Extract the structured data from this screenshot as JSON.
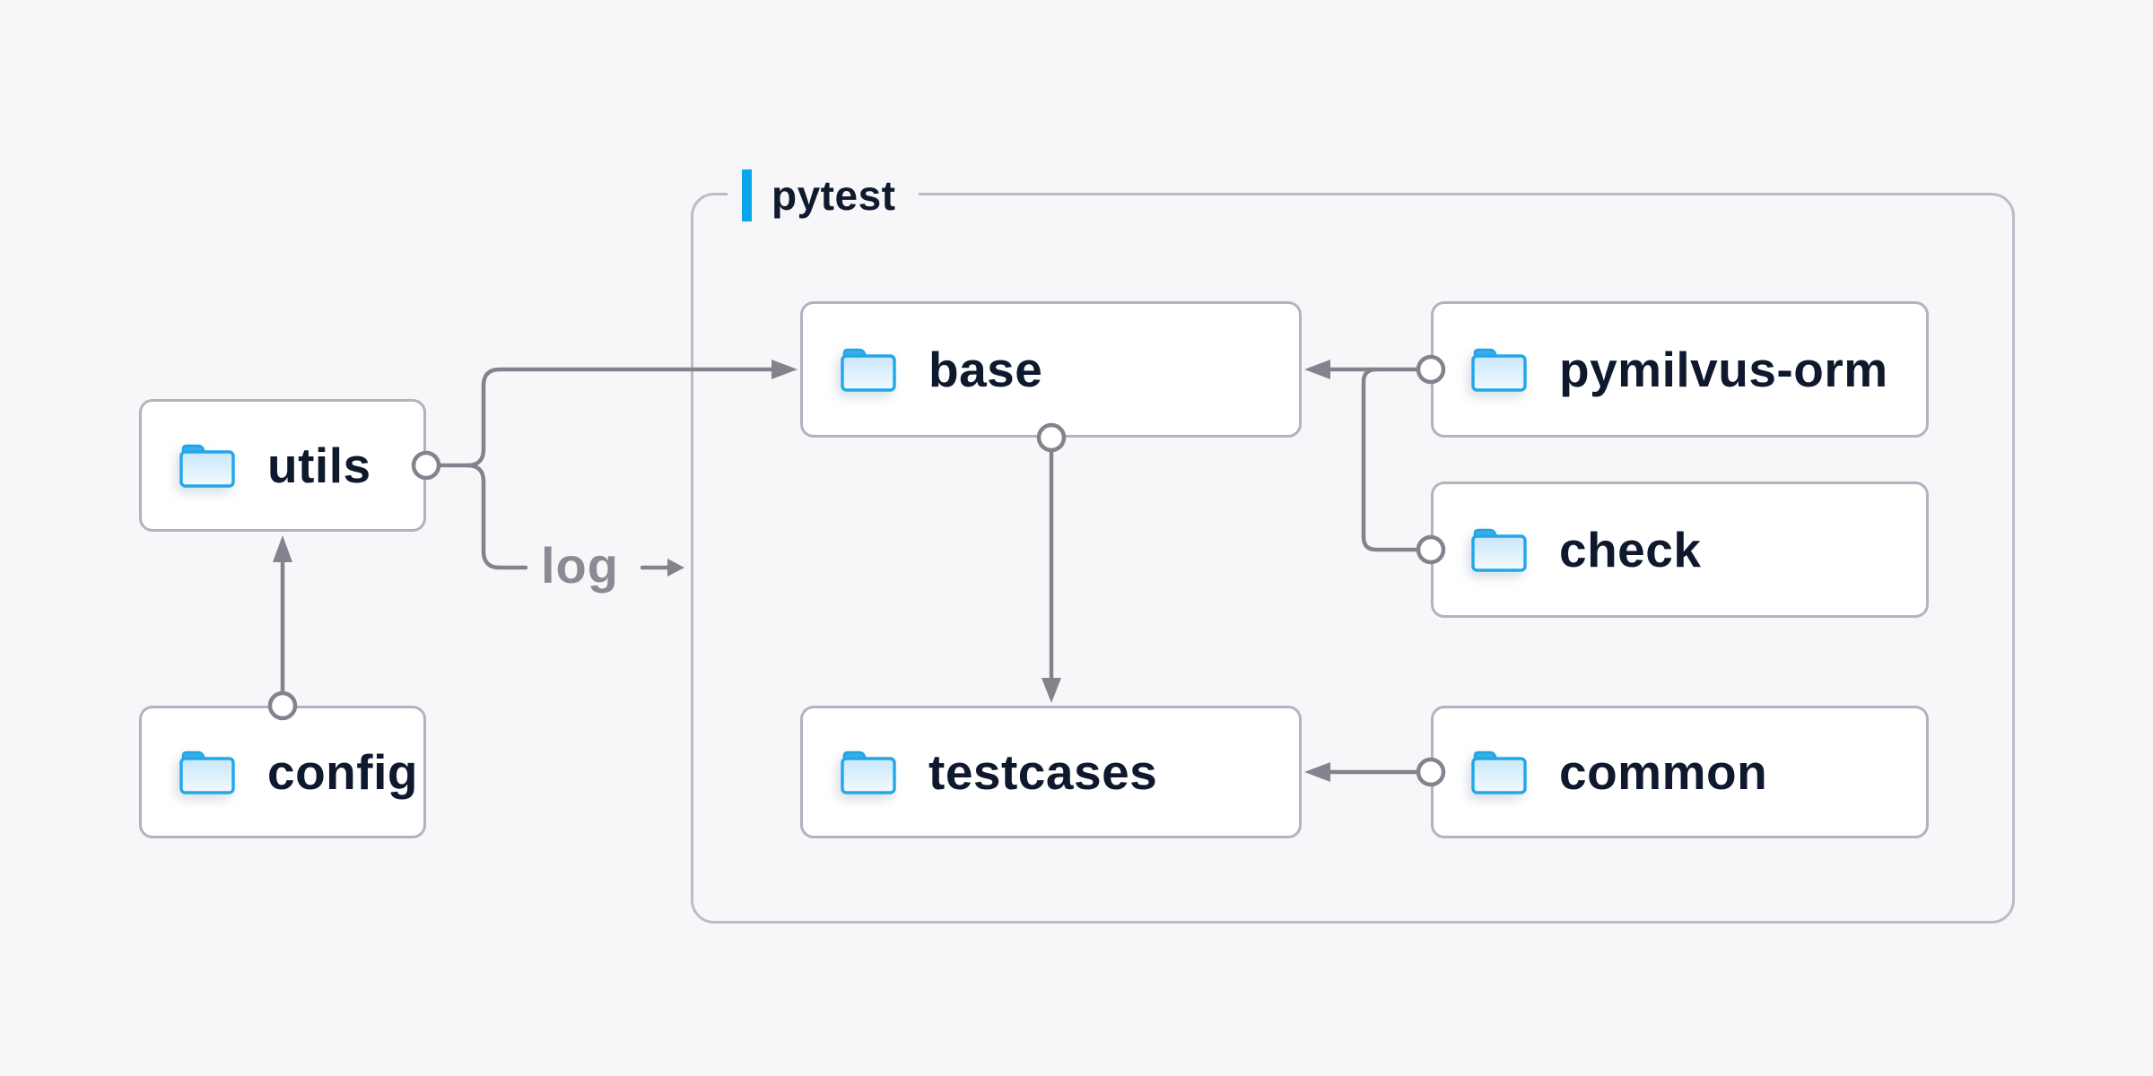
{
  "group": {
    "label": "pytest"
  },
  "nodes": {
    "utils": {
      "label": "utils"
    },
    "config": {
      "label": "config"
    },
    "base": {
      "label": "base"
    },
    "pymilvus": {
      "label": "pymilvus-orm"
    },
    "check": {
      "label": "check"
    },
    "testcases": {
      "label": "testcases"
    },
    "common": {
      "label": "common"
    }
  },
  "edges": [
    {
      "from": "config",
      "to": "utils",
      "label": ""
    },
    {
      "from": "utils",
      "to": "base",
      "label": ""
    },
    {
      "from": "utils",
      "to": "pytest",
      "label": "log"
    },
    {
      "from": "base",
      "to": "testcases",
      "label": ""
    },
    {
      "from": "pymilvus-orm",
      "to": "base",
      "label": ""
    },
    {
      "from": "check",
      "to": "base",
      "label": ""
    },
    {
      "from": "common",
      "to": "testcases",
      "label": ""
    }
  ],
  "colors": {
    "background": "#f7f7f9",
    "node_fill": "#ffffff",
    "node_border": "#b3b3bf",
    "group_border": "#bcbcc8",
    "text_navy": "#0f192e",
    "line_gray": "#83838e",
    "muted_label_gray": "#8b8b96",
    "accent_blue": "#0aa6ea",
    "folder_blue": "#22a7e8"
  },
  "icons": {
    "node_icon": "folder-icon"
  }
}
